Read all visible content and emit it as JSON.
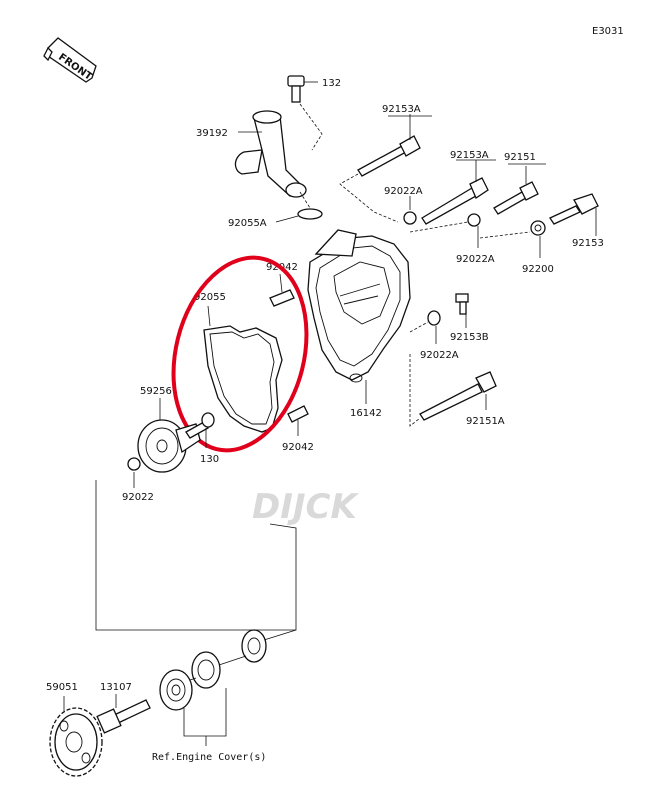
{
  "diagram_code": "E3031",
  "front_label": "FRONT",
  "watermark": "DIJCK",
  "callouts": {
    "p132": "132",
    "p39192": "39192",
    "p92153A_top": "92153A",
    "p92153A_mid": "92153A",
    "p92151_top": "92151",
    "p92022A_1": "92022A",
    "p92055A": "92055A",
    "p92153": "92153",
    "p92042_top": "92042",
    "p92022A_2": "92022A",
    "p92200": "92200",
    "p92055": "92055",
    "p92153B": "92153B",
    "p92022A_3": "92022A",
    "p59256": "59256",
    "p16142": "16142",
    "p92151A": "92151A",
    "p130": "130",
    "p92042_bot": "92042",
    "p92022": "92022",
    "p59051": "59051",
    "p13107": "13107",
    "ref_note": "Ref.Engine Cover(s)"
  },
  "highlight": {
    "shape": "ellipse",
    "color": "#e0001b",
    "target_part": "92055"
  }
}
